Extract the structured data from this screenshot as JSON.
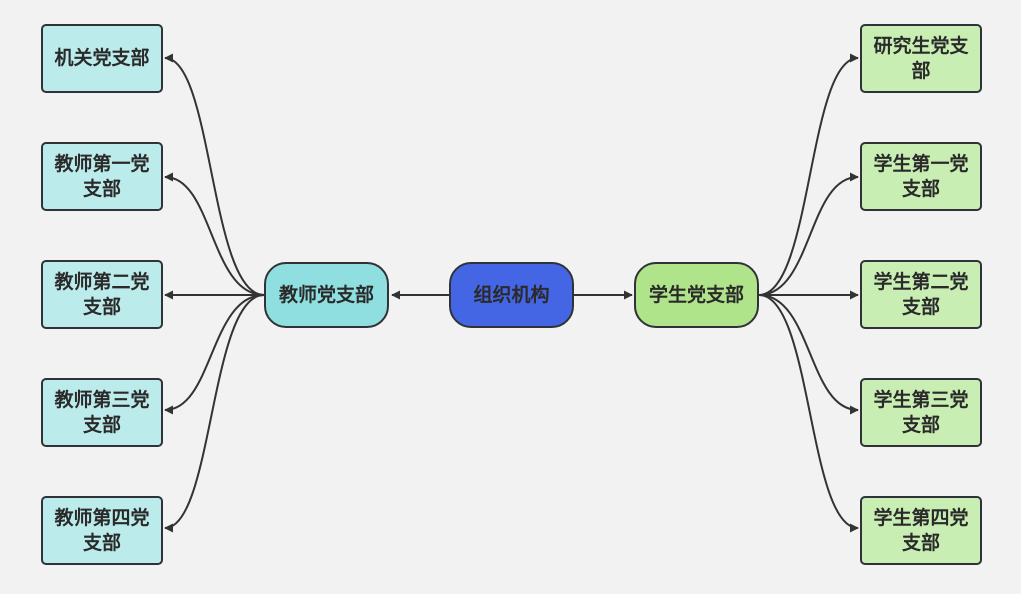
{
  "diagram": {
    "root": {
      "label": "组织机构",
      "color": "#4466e5"
    },
    "branches": [
      {
        "label": "教师党支部",
        "side": "left",
        "color": "#8fdfe0",
        "leaf_color": "#bcebeb",
        "children": [
          {
            "label": "机关党支部"
          },
          {
            "label": "教师第一党支部"
          },
          {
            "label": "教师第二党支部"
          },
          {
            "label": "教师第三党支部"
          },
          {
            "label": "教师第四党支部"
          }
        ]
      },
      {
        "label": "学生党支部",
        "side": "right",
        "color": "#b0e48a",
        "leaf_color": "#c9eeb4",
        "children": [
          {
            "label": "研究生党支部"
          },
          {
            "label": "学生第一党支部"
          },
          {
            "label": "学生第二党支部"
          },
          {
            "label": "学生第三党支部"
          },
          {
            "label": "学生第四党支部"
          }
        ]
      }
    ],
    "edge_color": "#333333",
    "background": "#f2f2f2"
  }
}
